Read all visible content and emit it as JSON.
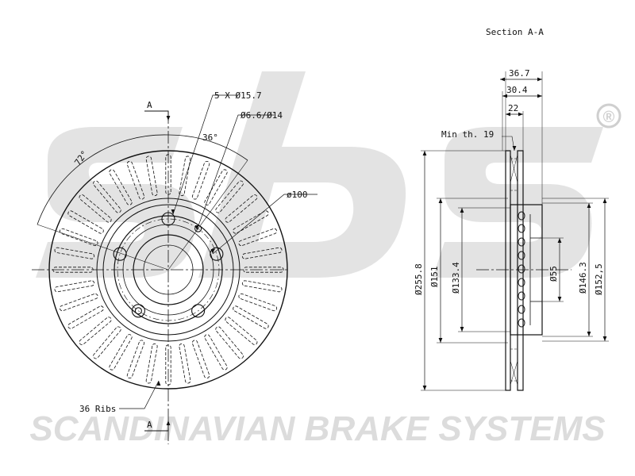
{
  "section_title": "Section A-A",
  "section_marker": "A",
  "front_view": {
    "bolt_callout": "5 X Ø15.7",
    "hub_hole_callout": "Ø6.6/Ø14",
    "pcd_callout": "ø100",
    "angle_72": "72°",
    "angle_36": "36°",
    "ribs_callout": "36 Ribs",
    "bolt_count": 5,
    "rib_count": 36
  },
  "section_view": {
    "dim_36_7": "36.7",
    "dim_30_4": "30.4",
    "dim_22": "22",
    "min_thickness": "Min th.  19",
    "d_255_8": "Ø255.8",
    "d_151": "Ø151",
    "d_133_4": "Ø133.4",
    "d_55": "Ø55",
    "d_146_3": "Ø146.3",
    "d_152_5": "Ø152,5"
  },
  "brand": {
    "watermark_logo": "sbs",
    "registered_mark": "®",
    "wordmark": "SCANDINAVIAN BRAKE SYSTEMS",
    "watermark_color": "#d9d9d9"
  }
}
